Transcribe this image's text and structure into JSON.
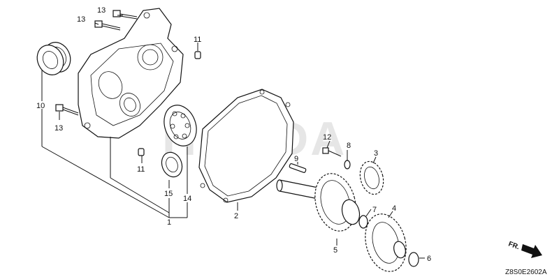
{
  "diagram": {
    "watermark": "HONDA",
    "figure_code": "Z8S0E2602A",
    "direction_label": "FR.",
    "callouts": {
      "c1": "1",
      "c2": "2",
      "c3": "3",
      "c4": "4",
      "c5": "5",
      "c6": "6",
      "c7": "7",
      "c8": "8",
      "c9": "9",
      "c10": "10",
      "c11a": "11",
      "c11b": "11",
      "c12": "12",
      "c13a": "13",
      "c13b": "13",
      "c13c": "13",
      "c14": "14",
      "c15": "15"
    }
  }
}
